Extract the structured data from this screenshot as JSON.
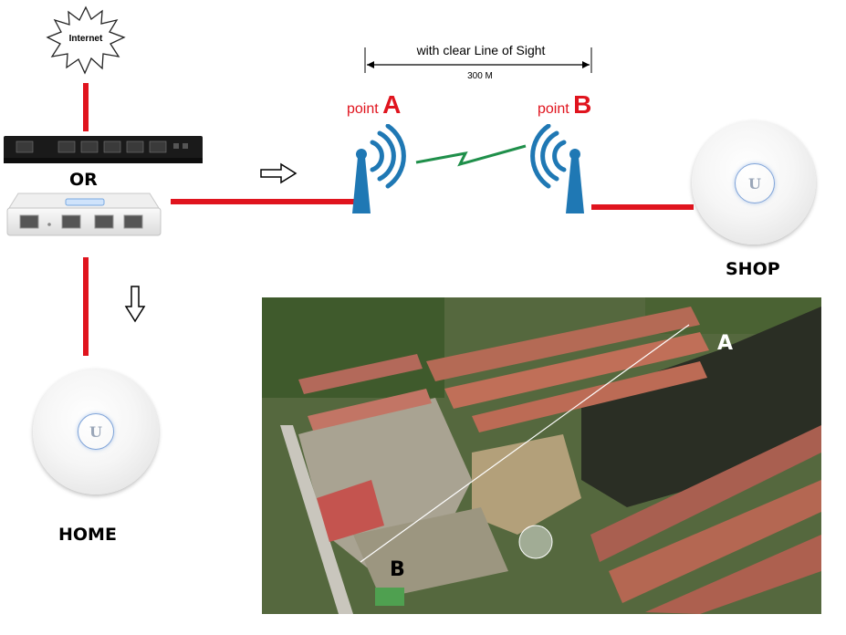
{
  "labels": {
    "internet": "Internet",
    "or": "OR",
    "home": "HOME",
    "shop": "SHOP",
    "line_of_sight": "with clear Line of Sight",
    "distance": "300 M",
    "point_a_word": "point",
    "point_a_letter": "A",
    "point_b_word": "point",
    "point_b_letter": "B",
    "map_a": "A",
    "map_b": "B",
    "uap_logo": "U"
  },
  "colors": {
    "link_line": "#e0141e",
    "wireless_link": "#1f8f4a",
    "antenna": "#1f78b4",
    "point_label": "#e0141e"
  },
  "icons": [
    "internet-cloud-icon",
    "router-icon",
    "gateway-icon",
    "arrow-right-icon",
    "arrow-down-icon",
    "antenna-icon",
    "access-point-icon"
  ]
}
